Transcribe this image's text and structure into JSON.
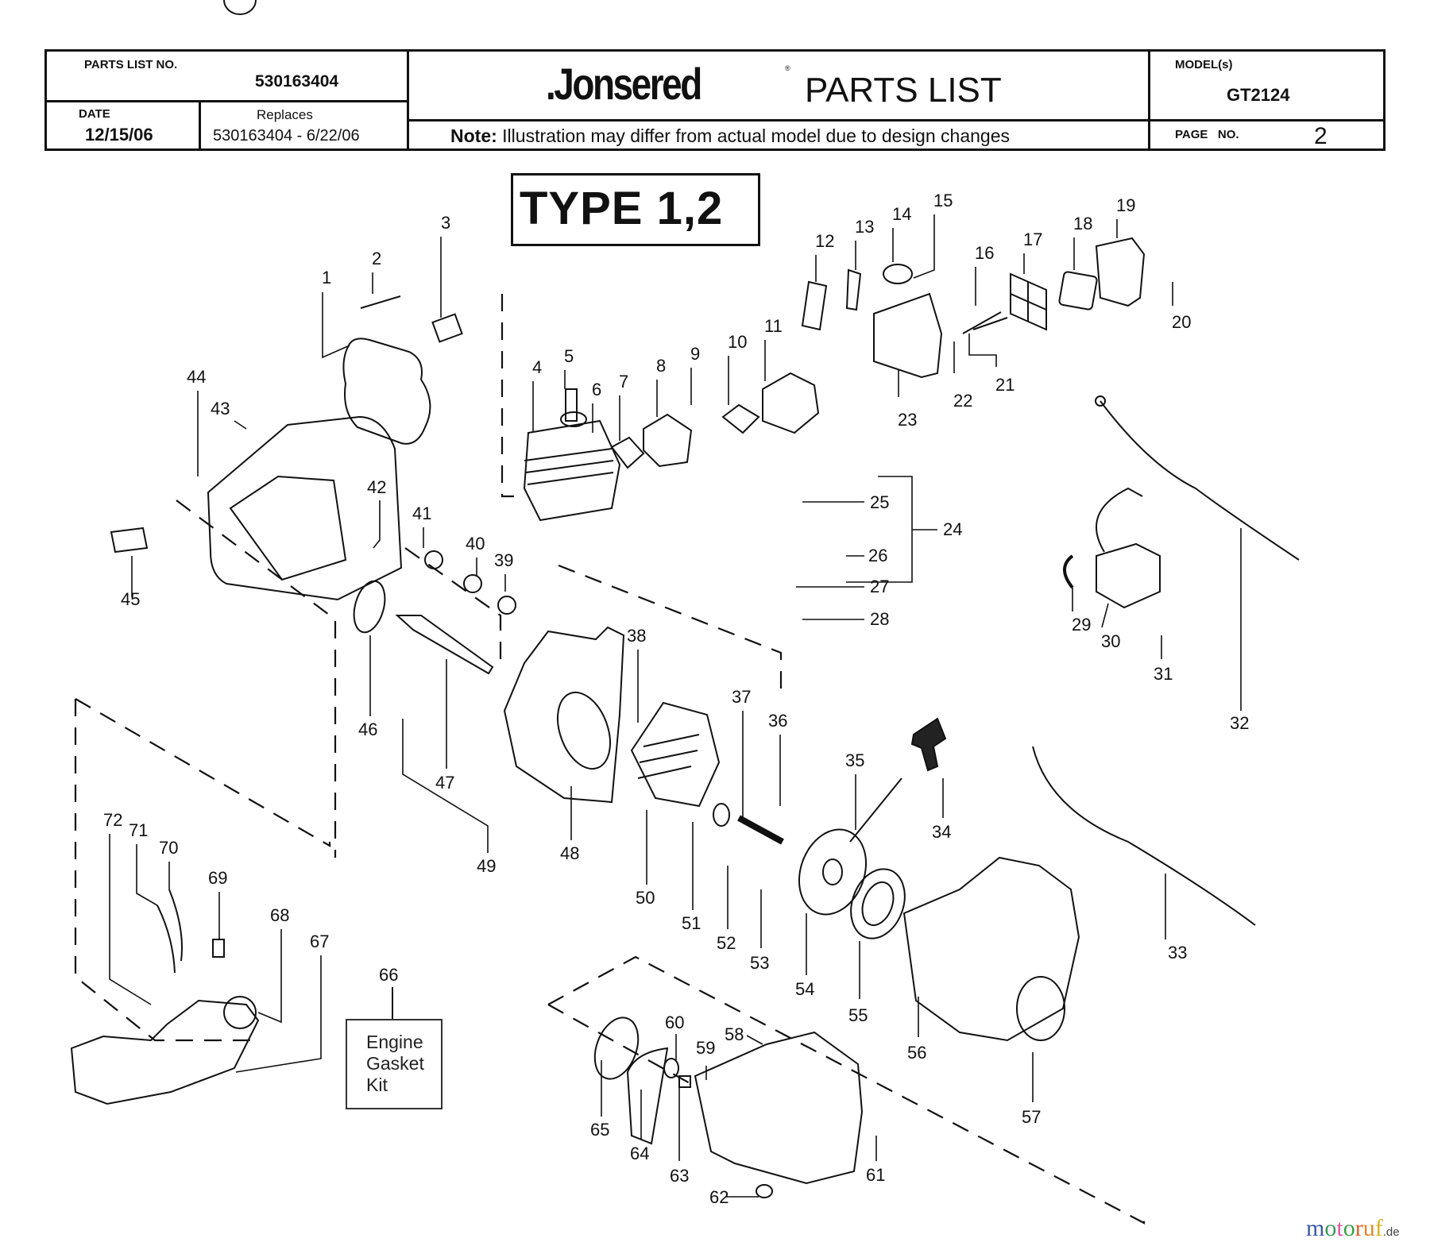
{
  "header": {
    "parts_list_no_label": "PARTS LIST NO.",
    "parts_list_no": "530163404",
    "date_label": "DATE",
    "date": "12/15/06",
    "replaces_label": "Replaces",
    "replaces": "530163404 - 6/22/06",
    "brand": ".Jonsered",
    "brand_mark": "®",
    "title": "PARTS LIST",
    "note_label": "Note:",
    "note": "Illustration may differ from actual model due to design changes",
    "models_label": "MODEL(s)",
    "model": "GT2124",
    "page_label": "PAGE   NO.",
    "page_no": "2"
  },
  "type_label": "TYPE 1,2",
  "kit": {
    "callout": "66",
    "lines": [
      "Engine",
      "Gasket",
      "Kit"
    ]
  },
  "callouts": [
    "1",
    "2",
    "3",
    "4",
    "5",
    "6",
    "7",
    "8",
    "9",
    "10",
    "11",
    "12",
    "13",
    "14",
    "15",
    "16",
    "17",
    "18",
    "19",
    "20",
    "21",
    "22",
    "23",
    "24",
    "25",
    "26",
    "27",
    "28",
    "29",
    "30",
    "31",
    "32",
    "33",
    "34",
    "35",
    "36",
    "37",
    "38",
    "39",
    "40",
    "41",
    "42",
    "43",
    "44",
    "45",
    "46",
    "47",
    "48",
    "49",
    "50",
    "51",
    "52",
    "53",
    "54",
    "55",
    "56",
    "57",
    "58",
    "59",
    "60",
    "61",
    "62",
    "63",
    "64",
    "65",
    "67",
    "68",
    "69",
    "70",
    "71",
    "72"
  ],
  "watermark": {
    "letters": [
      "m",
      "o",
      "t",
      "o",
      "r",
      "u",
      "f"
    ],
    "colors": [
      "#3a5aa8",
      "#3a9a5a",
      "#e0559a",
      "#3aa04a",
      "#e0602a",
      "#e08a2a",
      "#d8b020"
    ],
    "suffix": ".de"
  }
}
